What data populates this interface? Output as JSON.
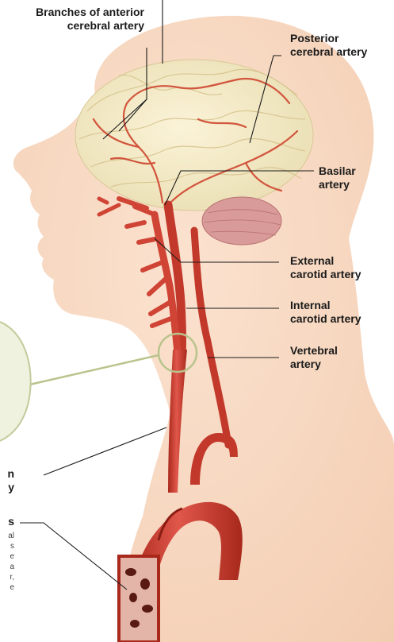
{
  "labels": {
    "anterior_line1": "Branches of anterior",
    "anterior_line2": "cerebral artery",
    "posterior_line1": "Posterior",
    "posterior_line2": "cerebral artery",
    "basilar_line1": "Basilar",
    "basilar_line2": "artery",
    "external_line1": "External",
    "external_line2": "carotid artery",
    "internal_line1": "Internal",
    "internal_line2": "carotid artery",
    "vertebral_line1": "Vertebral",
    "vertebral_line2": "artery",
    "left_partial_1": "n",
    "left_partial_2": "y",
    "left_partial_3": "s"
  },
  "partial_text_lines": [
    "al",
    "s",
    "e",
    "a",
    "r,",
    "e"
  ]
}
